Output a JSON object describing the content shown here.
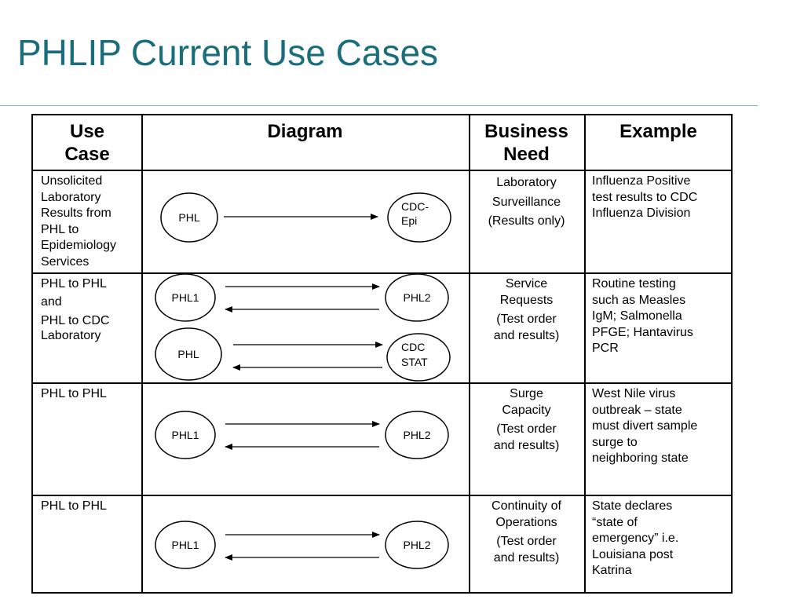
{
  "title": "PHLIP Current Use Cases",
  "table": {
    "headers": {
      "use_case": [
        "Use",
        "Case"
      ],
      "diagram": "Diagram",
      "business_need": [
        "Business",
        "Need"
      ],
      "example": "Example"
    },
    "rows": [
      {
        "use_case": [
          "Unsolicited",
          "Laboratory",
          "Results from",
          "PHL to",
          "Epidemiology",
          "Services"
        ],
        "diagram": {
          "left": [
            "PHL"
          ],
          "right": [
            "CDC-",
            "Epi"
          ]
        },
        "business_need": [
          "Laboratory",
          "Surveillance",
          "(Results only)"
        ],
        "example": [
          "Influenza Positive",
          "test results to CDC",
          "Influenza Division"
        ]
      },
      {
        "use_case": [
          "PHL to PHL",
          "and",
          "PHL to CDC",
          "Laboratory"
        ],
        "diagram_a": {
          "left": [
            "PHL1"
          ],
          "right": [
            "PHL2"
          ]
        },
        "diagram_b": {
          "left": [
            "PHL"
          ],
          "right": [
            "CDC",
            "STAT"
          ]
        },
        "business_need": [
          "Service",
          "Requests",
          "(Test order",
          "and results)"
        ],
        "example": [
          "Routine testing",
          "such as Measles",
          "IgM; Salmonella",
          "PFGE; Hantavirus",
          "PCR"
        ]
      },
      {
        "use_case": [
          "PHL to PHL"
        ],
        "diagram": {
          "left": [
            "PHL1"
          ],
          "right": [
            "PHL2"
          ]
        },
        "business_need": [
          "Surge",
          "Capacity",
          "(Test order",
          "and results)"
        ],
        "example": [
          "West Nile virus",
          "outbreak – state",
          "must divert sample",
          "surge to",
          "neighboring state"
        ]
      },
      {
        "use_case": [
          "PHL to PHL"
        ],
        "diagram": {
          "left": [
            "PHL1"
          ],
          "right": [
            "PHL2"
          ]
        },
        "business_need": [
          "Continuity of",
          "Operations",
          "(Test order",
          "and results)"
        ],
        "example": [
          "State declares",
          "“state of",
          "emergency” i.e.",
          "Louisiana post",
          "Katrina"
        ]
      }
    ]
  }
}
